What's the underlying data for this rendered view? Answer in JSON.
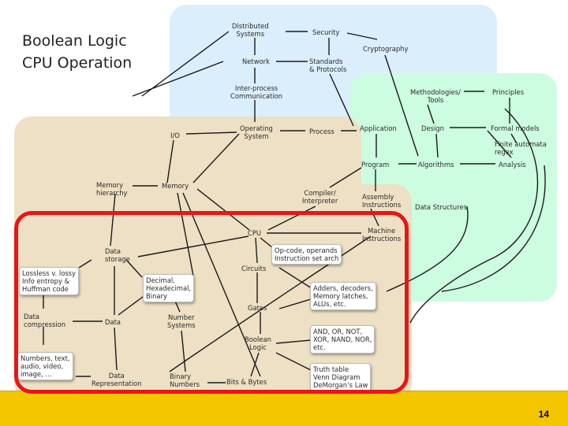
{
  "title": {
    "line1": "Boolean Logic",
    "line2": "CPU Operation"
  },
  "page_number": "14",
  "nodes": {
    "distributed_systems": [
      "Distributed",
      "Systems"
    ],
    "security": [
      "Security"
    ],
    "cryptography": [
      "Cryptography"
    ],
    "network": [
      "Network"
    ],
    "standards_protocols": [
      "Standards",
      "& Protocols"
    ],
    "inter_process": [
      "Inter-process",
      "Communication"
    ],
    "methodologies_tools": [
      "Methodologies/",
      "Tools"
    ],
    "principles": [
      "Principles"
    ],
    "io": [
      "I/O"
    ],
    "operating_system": [
      "Operating",
      "System"
    ],
    "process": [
      "Process"
    ],
    "application": [
      "Application"
    ],
    "design": [
      "Design"
    ],
    "formal_models": [
      "Formal models"
    ],
    "finite_automata": [
      "Finite automata",
      "regex"
    ],
    "program": [
      "Program"
    ],
    "algorithms": [
      "Algorithms"
    ],
    "analysis": [
      "Analysis"
    ],
    "memory_hierarchy": [
      "Memory",
      "hierarchy"
    ],
    "memory": [
      "Memory"
    ],
    "compiler": [
      "Compiler/",
      "Interpreter"
    ],
    "assembly": [
      "Assembly",
      "Instructions"
    ],
    "data_structures": [
      "Data Structures"
    ],
    "cpu": [
      "CPU"
    ],
    "machine_instructions": [
      "Machine",
      "Instructions"
    ],
    "data_storage": [
      "Data",
      "storage"
    ],
    "opcode": [
      "Op-code, operands",
      "Instruction set arch"
    ],
    "circuits": [
      "Circuits"
    ],
    "lossless": [
      "Lossless v. lossy",
      "Info entropy &",
      "Huffman code"
    ],
    "decimal": [
      "Decimal,",
      "Hexadecimal,",
      "Binary"
    ],
    "adders": [
      "Adders, decoders,",
      "Memory latches,",
      "ALUs, etc."
    ],
    "gates": [
      "Gates"
    ],
    "data_compression": [
      "Data",
      "compression"
    ],
    "data": [
      "Data"
    ],
    "number_systems": [
      "Number",
      "Systems"
    ],
    "and_or_not": [
      "AND, OR, NOT,",
      "XOR, NAND, NOR,",
      "etc."
    ],
    "boolean_logic": [
      "Boolean",
      "Logic"
    ],
    "numbers_text": [
      "Numbers, text,",
      "audio, video,",
      "image, …"
    ],
    "data_representation": [
      "Data",
      "Representation"
    ],
    "binary_numbers": [
      "Binary",
      "Numbers"
    ],
    "bits_bytes": [
      "Bits & Bytes"
    ],
    "truth_table": [
      "Truth table",
      "Venn Diagram",
      "DeMorgan’s Law"
    ]
  }
}
